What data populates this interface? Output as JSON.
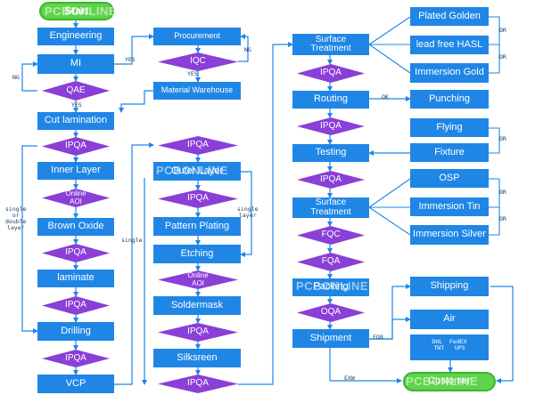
{
  "watermark": "PCBONLINE",
  "colors": {
    "process": "#1f86e6",
    "inspection": "#8a3fd6",
    "terminal": "#5fd44a",
    "line": "#1f86e6",
    "label": "#1f3a66"
  },
  "col1": {
    "start": "Start",
    "engineering": "Engineering",
    "mi": "MI",
    "qae": "QAE",
    "cut_lamination": "Cut lamination",
    "ipqa1": "IPQA",
    "inner_layer": "Inner Layer",
    "online_aoi": "Online\nAOI",
    "brown_oxide": "Brown Oxide",
    "ipqa2": "IPQA",
    "laminate": "laminate",
    "ipqa3": "IPQA",
    "drilling": "Drilling",
    "ipqa4": "IPQA",
    "vcp": "VCP"
  },
  "col2": {
    "procurement": "Procurement",
    "iqc": "IQC",
    "material_warehouse": "Material Warehouse",
    "ipqa1": "IPQA",
    "outer_layer": "Outer Layer",
    "ipqa2": "IPQA",
    "pattern_plating": "Pattern Plating",
    "etching": "Etching",
    "online_aoi": "Online\nAOI",
    "soldermask": "Soldermask",
    "ipqa3": "IPQA",
    "silkscreen": "Silksreen",
    "ipqa4": "IPQA"
  },
  "col3": {
    "surface_treatment1": "Surface\nTreatment",
    "ipqa1": "IPQA",
    "routing": "Routing",
    "ipqa2": "IPQA",
    "testing": "Testing",
    "ipqa3": "IPQA",
    "surface_treatment2": "Surface\nTreatment",
    "fqc": "FQC",
    "fqa": "FQA",
    "packing": "Packing",
    "oqa": "OQA",
    "shipment": "Shipment"
  },
  "col4": {
    "plated_golden": "Plated Golden",
    "lead_free_hasl": "lead free HASL",
    "immersion_gold": "Immersion Gold",
    "punching": "Punching",
    "flying": "Flying",
    "fixture": "Fixture",
    "osp": "OSP",
    "immersion_tin": "Immersion Tin",
    "immersion_silver": "Immersion Silver",
    "shipping": "Shipping",
    "air": "Air",
    "courier": "DHL  FedEX\nTNT   UPS",
    "customer": "Customer"
  },
  "labels": {
    "ng1": "NG",
    "yes1": "YES",
    "yes2": "YES",
    "ng2": "NG",
    "yes3": "YES",
    "single_or_double": "single\nor\ndouble\nlayer",
    "single": "single",
    "single_layer": "single\nlayer",
    "or1": "OR",
    "or2": "OR",
    "ok": "OK",
    "or3": "OR",
    "or4": "OR",
    "or5": "OR",
    "fob": "FOB",
    "exw": "EXW"
  }
}
